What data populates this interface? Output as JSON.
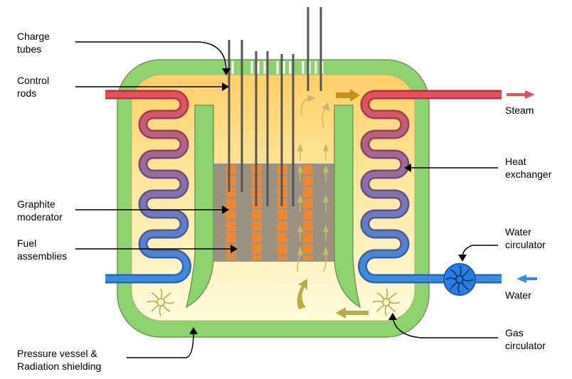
{
  "labels": {
    "charge_tubes": "Charge\ntubes",
    "control_rods": "Control\nrods",
    "graphite_moderator": "Graphite\nmoderator",
    "fuel_assemblies": "Fuel\nassemblies",
    "pressure_vessel": "Pressure vessel &\nRadiation shielding",
    "steam": "Steam",
    "heat_exchanger": "Heat\nexchanger",
    "water_circulator": "Water\ncirculator",
    "water": "Water",
    "gas_circulator": "Gas\ncirculator"
  },
  "colors": {
    "shield": "#8ed16f",
    "shield_stroke": "#6b9e55",
    "gas_hot": "#ffd27a",
    "gas_cool": "#fffbdc",
    "hot_pipe": "#e3525a",
    "cold_pipe": "#3b8be0",
    "graphite": "#9a9381",
    "fuel": "#e98a3a",
    "rod": "#555555",
    "flow_arrow": "#c9b96a",
    "circulator_blue": "#2a7de1"
  },
  "icons": [
    "water-circulator-icon",
    "gas-circulator-icon",
    "steam-arrow-icon",
    "water-arrow-icon"
  ]
}
